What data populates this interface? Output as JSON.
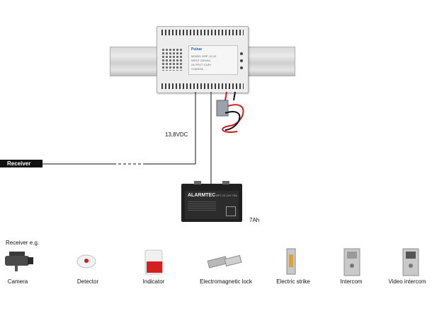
{
  "psu": {
    "brand": "Pulsar",
    "label_lines": [
      "MODEL   DRP-12-10",
      "INPUT   230VAC",
      "OUTPUT  13,8V",
      "CHARGE  ..."
    ]
  },
  "voltage_label": "13,8VDC",
  "receiver_label": "Receiver",
  "battery": {
    "brand": "ALARMTEC",
    "model": "BP7-12  12V  7Ah",
    "capacity_label": "7Ah"
  },
  "devices_heading": "Receiver e.g.",
  "devices": [
    {
      "label": "Camera"
    },
    {
      "label": "Detector"
    },
    {
      "label": "Indicator"
    },
    {
      "label": "Electromagnetic lock"
    },
    {
      "label": "Electric strike"
    },
    {
      "label": "Intercom"
    },
    {
      "label": "Video intercom"
    }
  ],
  "colors": {
    "wire_red": "#d11b1b",
    "wire_black": "#111111",
    "rail": "#d9d9d9",
    "housing": "#ededed",
    "battery": "#202020"
  }
}
